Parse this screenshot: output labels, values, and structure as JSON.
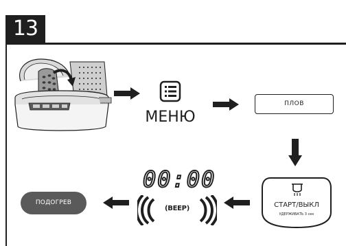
{
  "step": {
    "number": "13"
  },
  "menu": {
    "icon": "menu-list-icon",
    "label": "МЕНЮ"
  },
  "program": {
    "label": "ПЛОВ"
  },
  "start": {
    "icon": "pot-steam-icon",
    "label": "СТАРТ/ВЫКЛ",
    "hint": "УДЕРЖИВАТЬ 3 сек"
  },
  "display": {
    "time": "00:00"
  },
  "beep": {
    "label": "(BEEP)"
  },
  "warm": {
    "label": "ПОДОГРЕВ"
  },
  "colors": {
    "ink": "#1f1f1f",
    "warm_button": "#5a5a5a",
    "background": "#ffffff"
  }
}
